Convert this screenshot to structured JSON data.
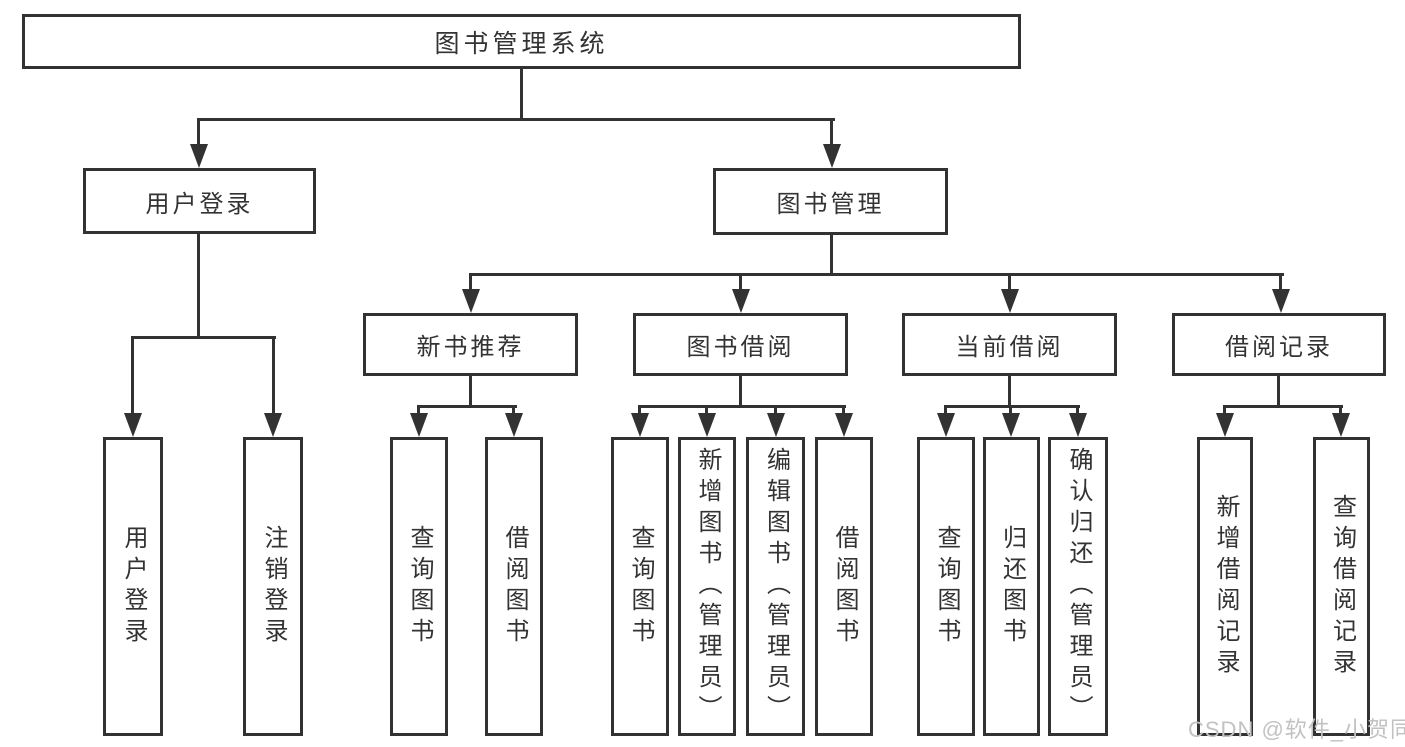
{
  "colors": {
    "background": "#ffffff",
    "line": "#323232",
    "text": "#333333",
    "watermark": "#c2c2c2"
  },
  "watermark": "CSDN @软件_小贺同学",
  "tree": {
    "label": "图书管理系统",
    "children": [
      {
        "label": "用户登录",
        "children": [
          {
            "label": "用户登录"
          },
          {
            "label": "注销登录"
          }
        ]
      },
      {
        "label": "图书管理",
        "children": [
          {
            "label": "新书推荐",
            "children": [
              {
                "label": "查询图书"
              },
              {
                "label": "借阅图书"
              }
            ]
          },
          {
            "label": "图书借阅",
            "children": [
              {
                "label": "查询图书"
              },
              {
                "label": "新增图书（管理员）"
              },
              {
                "label": "编辑图书（管理员）"
              },
              {
                "label": "借阅图书"
              }
            ]
          },
          {
            "label": "当前借阅",
            "children": [
              {
                "label": "查询图书"
              },
              {
                "label": "归还图书"
              },
              {
                "label": "确认归还（管理员）"
              }
            ]
          },
          {
            "label": "借阅记录",
            "children": [
              {
                "label": "新增借阅记录"
              },
              {
                "label": "查询借阅记录"
              }
            ]
          }
        ]
      }
    ]
  }
}
